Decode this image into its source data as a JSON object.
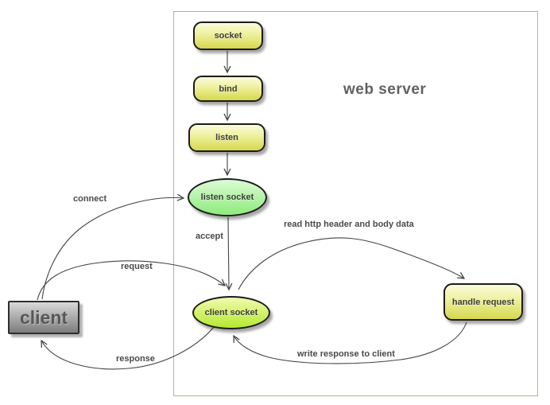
{
  "diagram": {
    "title": "web server",
    "nodes": {
      "socket": {
        "label": "socket",
        "shape": "rounded-rect"
      },
      "bind": {
        "label": "bind",
        "shape": "rounded-rect"
      },
      "listen": {
        "label": "listen",
        "shape": "rounded-rect"
      },
      "listen_socket": {
        "label": "listen socket",
        "shape": "ellipse"
      },
      "client_socket": {
        "label": "client socket",
        "shape": "ellipse"
      },
      "handle_request": {
        "label": "handle request",
        "shape": "rounded-rect"
      },
      "client": {
        "label": "client",
        "shape": "rect"
      }
    },
    "edges": {
      "socket_to_bind": {
        "from": "socket",
        "to": "bind",
        "label": ""
      },
      "bind_to_listen": {
        "from": "bind",
        "to": "listen",
        "label": ""
      },
      "listen_to_lsocket": {
        "from": "listen",
        "to": "listen_socket",
        "label": ""
      },
      "accept": {
        "from": "listen_socket",
        "to": "client_socket",
        "label": "accept"
      },
      "connect": {
        "from": "client",
        "to": "listen_socket",
        "label": "connect"
      },
      "request": {
        "from": "client",
        "to": "client_socket",
        "label": "request"
      },
      "response": {
        "from": "client_socket",
        "to": "client",
        "label": "response"
      },
      "read": {
        "from": "client_socket",
        "to": "handle_request",
        "label": "read http header and body data"
      },
      "write": {
        "from": "handle_request",
        "to": "client_socket",
        "label": "write response to client"
      }
    },
    "colors": {
      "process-fill-top": "#fbfbdc",
      "process-fill-mid": "#eff1a0",
      "process-fill-bottom": "#d6d84e",
      "listen-fill-top": "#ddfbd6",
      "listen-fill-bottom": "#8deb7b",
      "clientsock-fill-top": "#f2faae",
      "clientsock-fill-bottom": "#b4e92e",
      "client-fill-top": "#d9d9d9",
      "client-fill-bottom": "#7c7c7c",
      "node-border": "#1c1c1c",
      "frame-border": "#b5b58e",
      "edge-stroke": "#444444",
      "label-color": "#4a4a4a",
      "title-color": "#616161"
    }
  }
}
